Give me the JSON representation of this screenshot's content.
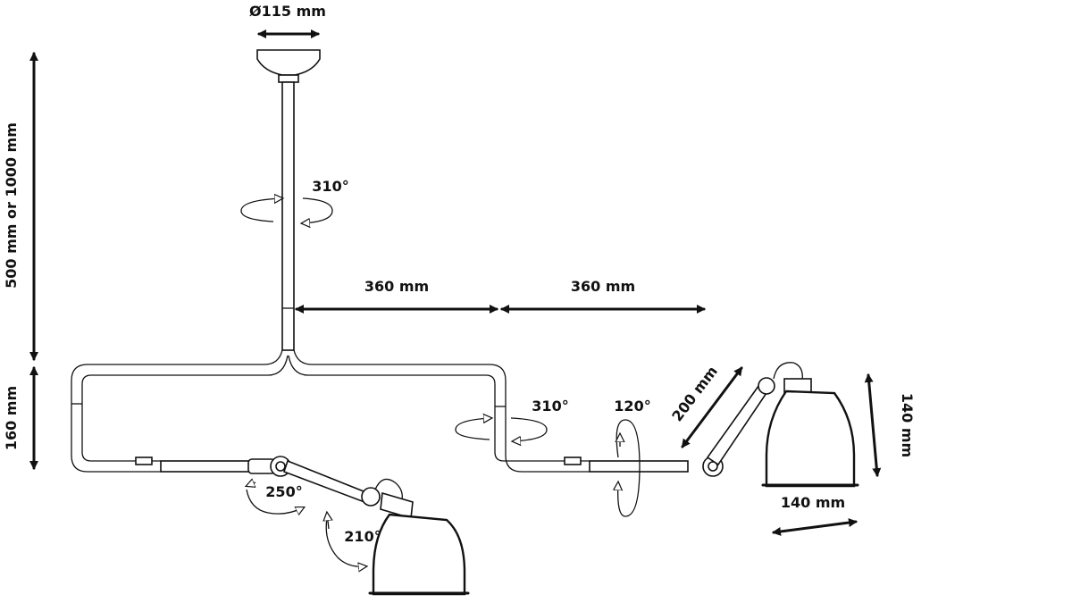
{
  "dimensions": {
    "canopy_diameter": "Ø115 mm",
    "rod_height": "500 mm or 1000 mm",
    "frame_height": "160 mm",
    "arm_length_left": "360 mm",
    "arm_length_right": "360 mm",
    "lamp_arm": "200 mm",
    "shade_height": "140 mm",
    "shade_width": "140 mm"
  },
  "rotations": {
    "rod": "310°",
    "right_joint": "310°",
    "right_tilt": "120°",
    "left_arm": "250°",
    "left_shade": "210°"
  },
  "colors": {
    "line": "#111111",
    "background": "#ffffff"
  }
}
